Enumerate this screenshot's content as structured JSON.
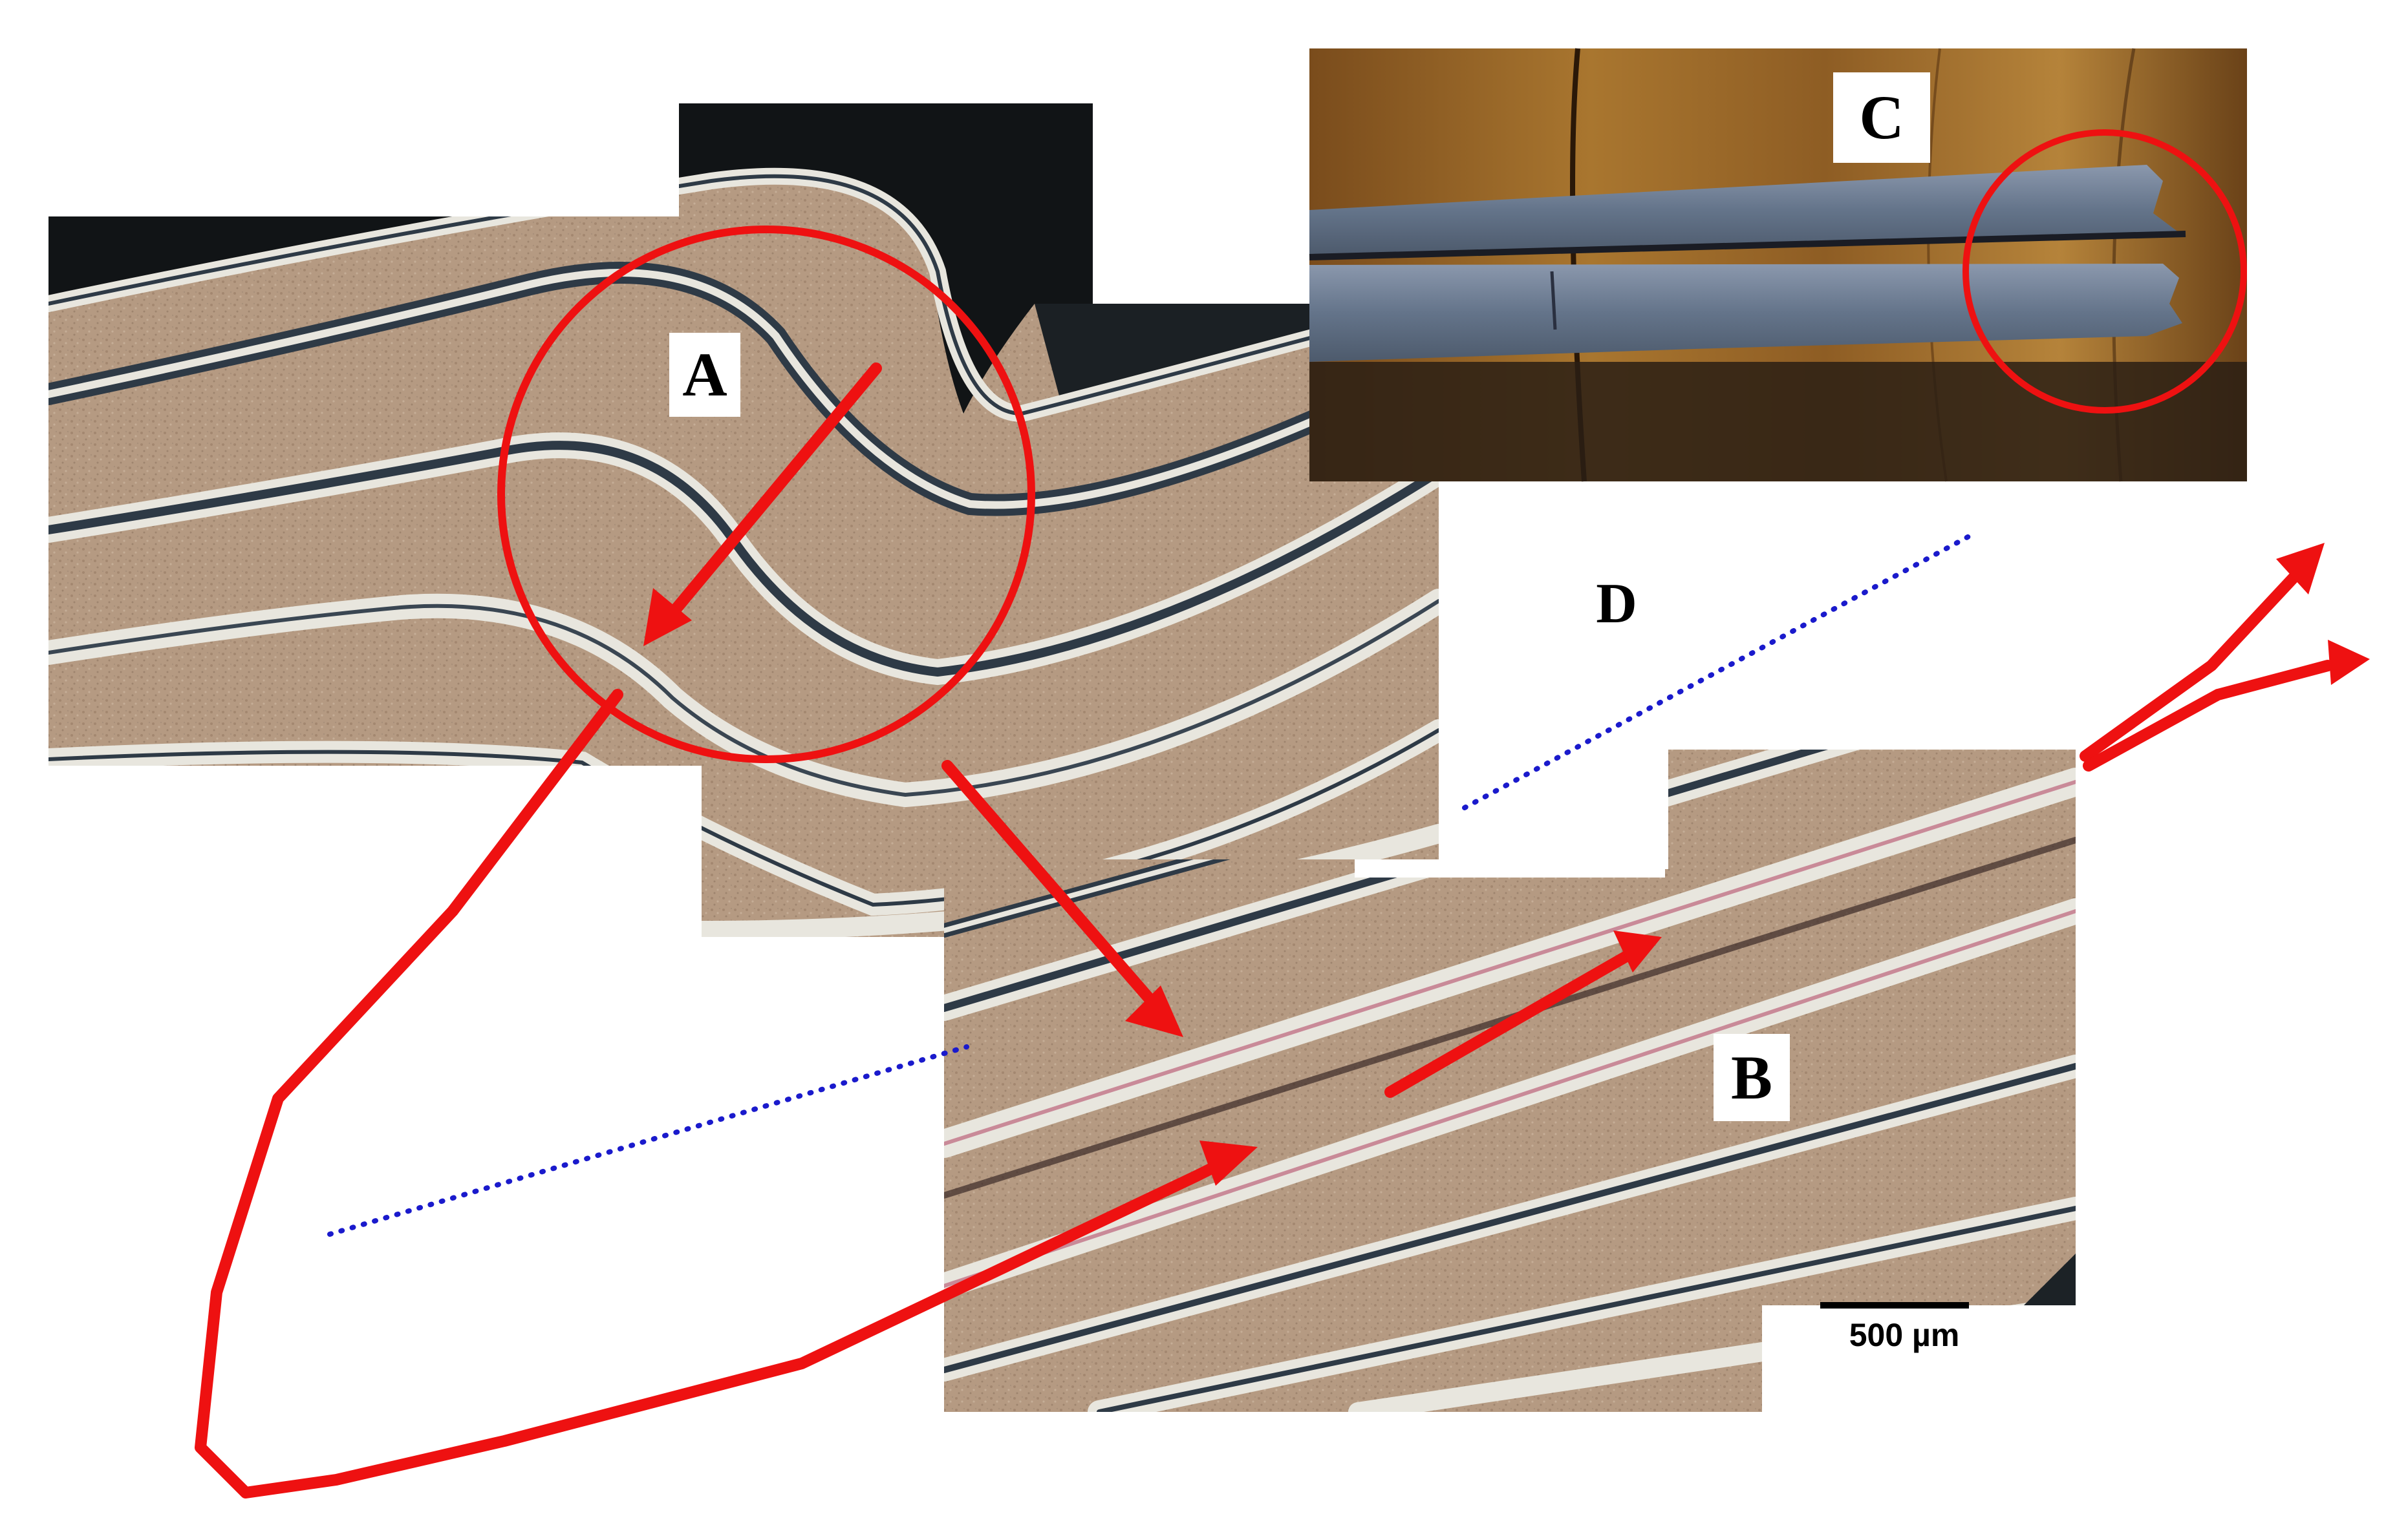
{
  "labels": {
    "a": "A",
    "b": "B",
    "c": "C",
    "d": "D"
  },
  "scale_bar": {
    "text": "500 µm"
  },
  "colors": {
    "annotation_red": "#ee1111",
    "guide_blue": "#1a1acc",
    "laminate_tan": "#b59a82",
    "layer_white": "#e8e6de",
    "layer_dark": "#2e3a46",
    "wood_brown": "#8a5a22",
    "coupon_grey": "#6e7f95"
  }
}
